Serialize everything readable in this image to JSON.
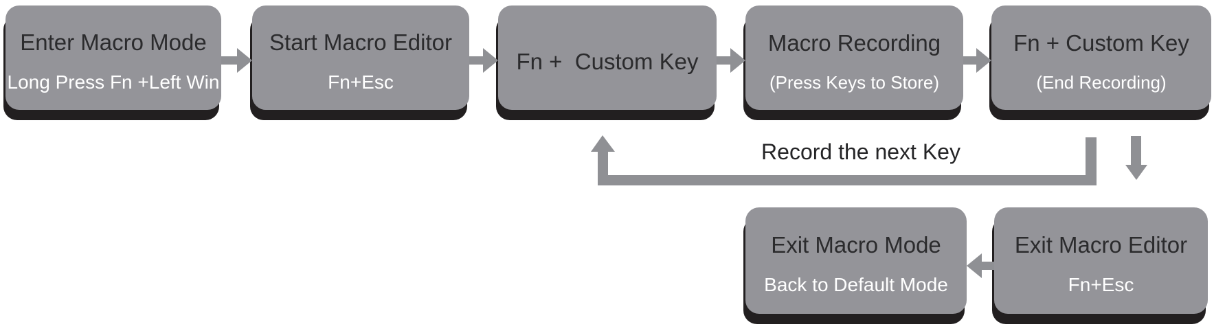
{
  "colors": {
    "background": "#ffffff",
    "box_fill": "#949499",
    "box_shadow": "#221f20",
    "arrow": "#8f9094",
    "title_text": "#2b2b2d",
    "subtitle_text": "#ffffff",
    "loop_label_text": "#242426"
  },
  "flowchart": {
    "nodes": [
      {
        "title": "Enter Macro Mode",
        "subtitle": "Long Press Fn +Left Win"
      },
      {
        "title": "Start Macro Editor",
        "subtitle": "Fn+Esc"
      },
      {
        "title": "Fn +  Custom Key",
        "subtitle": ""
      },
      {
        "title": "Macro Recording",
        "subtitle": "(Press Keys to Store)"
      },
      {
        "title": "Fn + Custom Key",
        "subtitle": "(End Recording)"
      },
      {
        "title": "Exit Macro Mode",
        "subtitle": "Back to Default Mode"
      },
      {
        "title": "Exit Macro Editor",
        "subtitle": "Fn+Esc"
      }
    ],
    "loop_label": "Record the next Key",
    "connectors": [
      {
        "icon": "arrow-right-icon",
        "from": "Enter Macro Mode",
        "to": "Start Macro Editor"
      },
      {
        "icon": "arrow-right-icon",
        "from": "Start Macro Editor",
        "to": "Fn +  Custom Key"
      },
      {
        "icon": "arrow-right-icon",
        "from": "Fn +  Custom Key",
        "to": "Macro Recording"
      },
      {
        "icon": "arrow-right-icon",
        "from": "Macro Recording",
        "to": "Fn + Custom Key (End Recording)"
      },
      {
        "icon": "loop-back-arrow-icon",
        "from": "Fn + Custom Key (End Recording)",
        "to": "Fn +  Custom Key",
        "label": "Record the next Key"
      },
      {
        "icon": "arrow-down-icon",
        "from": "Fn + Custom Key (End Recording)",
        "to": "Exit Macro Editor"
      },
      {
        "icon": "arrow-left-icon",
        "from": "Exit Macro Editor",
        "to": "Exit Macro Mode"
      }
    ]
  }
}
